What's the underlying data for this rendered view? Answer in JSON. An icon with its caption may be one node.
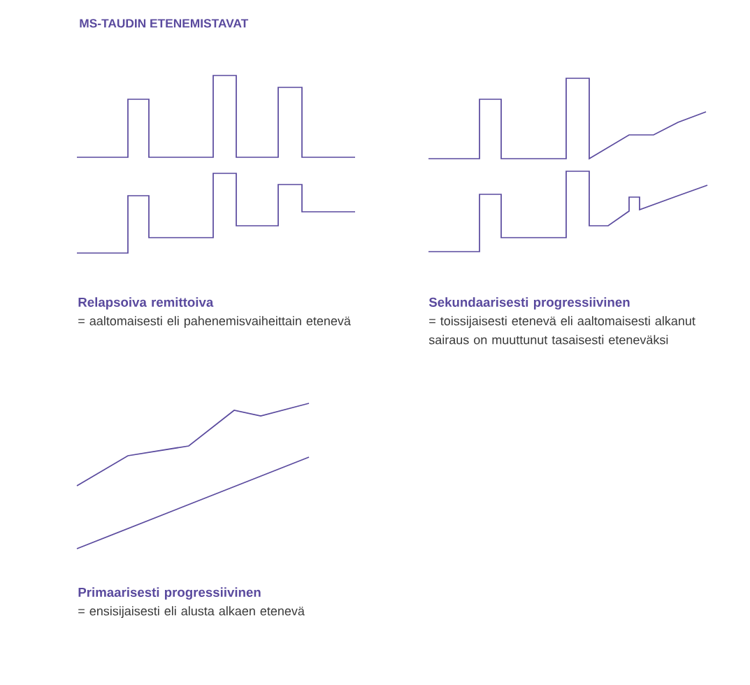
{
  "diagram": {
    "title": "MS-TAUDIN ETENEMISTAVAT",
    "labels": [
      "Relapsoiva remittoiva",
      "= aaltomaisesti eli pahenemisvaiheittain etenevä",
      "Sekundaarisesti progressiivinen",
      "= toissijaisesti etenevä eli aaltomaisesti alkanut sairaus on muuttunut tasaisesti eteneväksi",
      "Primaarisesti progressiivinen",
      "= ensisijaisesti eli alusta alkaen etenevä"
    ]
  }
}
